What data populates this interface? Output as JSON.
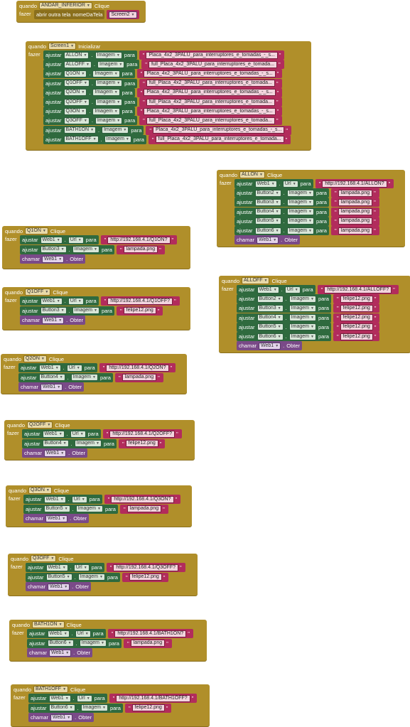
{
  "kw": {
    "quando": "quando",
    "fazer": "fazer",
    "clique": "Clique",
    "inicializar": "Inicializar",
    "ajustar": "ajustar",
    "para": "para",
    "chamar": "chamar",
    "obter": "Obter",
    "abrir": "abrir outra tela",
    "nomeDaTela": "nomeDaTela",
    "ponto": ".",
    "imagem": "Imagem",
    "url": "Url",
    "web1": "Web1",
    "quote": "\""
  },
  "b0": {
    "comp": "ANDAR_INFERIOR",
    "screen": "Screen2"
  },
  "b1": {
    "comp": "Screen1",
    "rows": [
      {
        "btn": "ALLON",
        "val": "Placa_4x2_3PALU_para_interruptores_e_tomadas_-_s..."
      },
      {
        "btn": "ALLOFF",
        "val": "full_Placa_4x2_3PALU_para_interruptores_e_tomada..."
      },
      {
        "btn": "Q1ON",
        "val": "Placa_4x2_3PALU_para_interruptores_e_tomadas_-_s..."
      },
      {
        "btn": "Q1OFF",
        "val": "full_Placa_4x2_3PALU_para_interruptores_e_tomada..."
      },
      {
        "btn": "Q2ON",
        "val": "Placa_4x2_3PALU_para_interruptores_e_tomadas_-_s..."
      },
      {
        "btn": "Q2OFF",
        "val": "full_Placa_4x2_3PALU_para_interruptores_e_tomada..."
      },
      {
        "btn": "Q3ON",
        "val": "Placa_4x2_3PALU_para_interruptores_e_tomadas_-_s..."
      },
      {
        "btn": "Q3OFF",
        "val": "full_Placa_4x2_3PALU_para_interruptores_e_tomada..."
      },
      {
        "btn": "BATH1ON",
        "val": "Placa_4x2_3PALU_para_interruptores_e_tomadas_-_s..."
      },
      {
        "btn": "BATH1OFF",
        "val": "full_Placa_4x2_3PALU_para_interruptores_e_tomada..."
      }
    ]
  },
  "b_allon": {
    "comp": "ALLON",
    "url": "http://192.168.4.1/ALLON?",
    "btns": [
      "Button2",
      "Button3",
      "Button4",
      "Button5",
      "Button6"
    ],
    "img": "lampada.png"
  },
  "b_alloff": {
    "comp": "ALLOFF",
    "url": "http://192.168.4.1/ALLOFF?",
    "btns": [
      "Button2",
      "Button3",
      "Button4",
      "Button5",
      "Button6"
    ],
    "img": "felipe12.png"
  },
  "b_q1on": {
    "comp": "Q1ON",
    "url": "http://192.168.4.1/Q1ON?",
    "btn": "Button3",
    "img": "lampada.png"
  },
  "b_q1off": {
    "comp": "Q1OFF",
    "url": "http://192.168.4.1/Q1OFF?",
    "btn": "Button3",
    "img": "felipe12.png"
  },
  "b_q2on": {
    "comp": "Q2ON",
    "url": "http://192.168.4.1/Q2ON?",
    "btn": "Button4",
    "img": "lampada.png"
  },
  "b_q2off": {
    "comp": "Q2OFF",
    "url": "http://192.168.4.1/Q2OFF?",
    "btn": "Button4",
    "img": "felipe12.png"
  },
  "b_q3on": {
    "comp": "Q3ON",
    "url": "http://192.168.4.1/Q3ON?",
    "btn": "Button5",
    "img": "lampada.png"
  },
  "b_q3off": {
    "comp": "Q3OFF",
    "url": "http://192.168.4.1/Q3OFF?",
    "btn": "Button5",
    "img": "felipe12.png"
  },
  "b_bath1on": {
    "comp": "BATH1ON",
    "url": "http://192.168.4.1/BATH1ON?",
    "btn": "Button6",
    "img": "lampada.png"
  },
  "b_bath1off": {
    "comp": "BATH1OFF",
    "url": "http://192.168.4.1/BATH1OFF?",
    "btn": "Button6",
    "img": "felipe12.png"
  },
  "colors": {
    "event": "#b08f2a",
    "setter": "#2f6a3e",
    "call": "#7a4a88",
    "text": "#b22c5c"
  }
}
